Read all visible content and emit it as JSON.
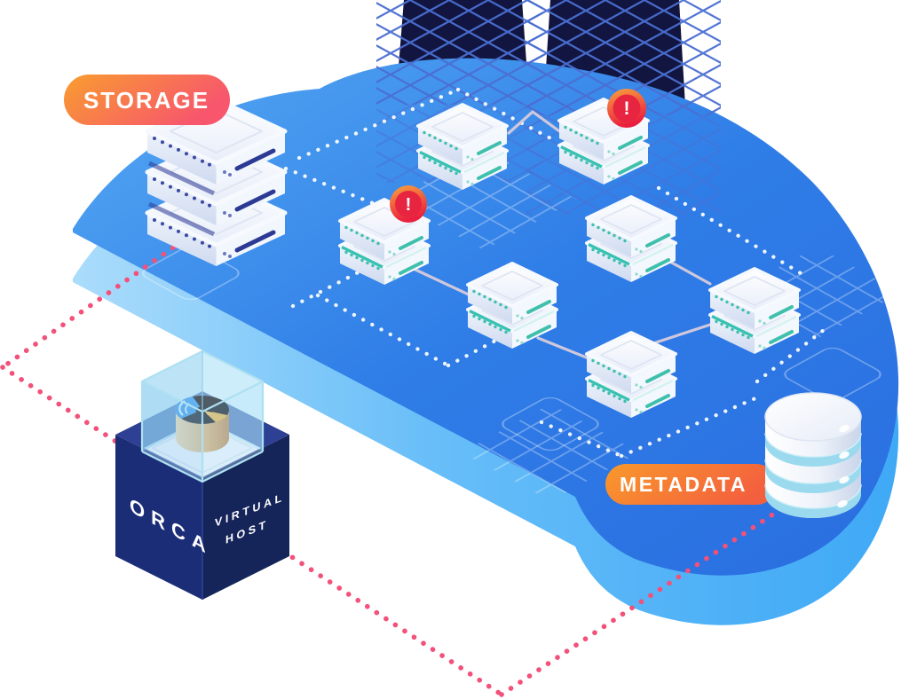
{
  "labels": {
    "storage": "STORAGE",
    "metadata": "METADATA",
    "orca": "ORCA",
    "virtual_line1": "VIRTUAL",
    "virtual_line2": "HOST",
    "alert": "!"
  },
  "colors": {
    "cloud_gradient": [
      "#53a7f3",
      "#2a6ee2"
    ],
    "cloud_edge_gradient": [
      "#abdcfb",
      "#3fa9f6"
    ],
    "storage_pill_gradient": [
      "#f99d2f",
      "#f7566d"
    ],
    "metadata_pill_gradient": [
      "#f9992b",
      "#f3603e"
    ],
    "alert_gradient": [
      "#f8a43d",
      "#ea1e3e"
    ],
    "accent_teal": "#3fc0ac",
    "accent_navy": "#2c3a94",
    "pink_dots": "#f2517a",
    "cube_navy": "#1c2d77",
    "wireframe_blue": "#4a6ed2",
    "tower_silhouette": "#11153f"
  },
  "diagram": {
    "type": "isometric-cloud-architecture",
    "storage_stack_units": 3,
    "database_segments": 4,
    "node_count": 7,
    "nodes": [
      {
        "id": "A",
        "row": 1,
        "alert": false
      },
      {
        "id": "B",
        "row": 1,
        "alert": true
      },
      {
        "id": "C",
        "row": 2,
        "alert": true
      },
      {
        "id": "D",
        "row": 2,
        "alert": false
      },
      {
        "id": "E",
        "row": 3,
        "alert": false
      },
      {
        "id": "F",
        "row": 3,
        "alert": false
      },
      {
        "id": "G",
        "row": 4,
        "alert": false
      }
    ],
    "connections": [
      [
        "A",
        "B"
      ],
      [
        "C",
        "E"
      ],
      [
        "E",
        "G"
      ],
      [
        "D",
        "F"
      ],
      [
        "G",
        "F"
      ]
    ],
    "linked_entities": [
      "STORAGE",
      "ORCA VIRTUAL HOST",
      "METADATA"
    ]
  }
}
